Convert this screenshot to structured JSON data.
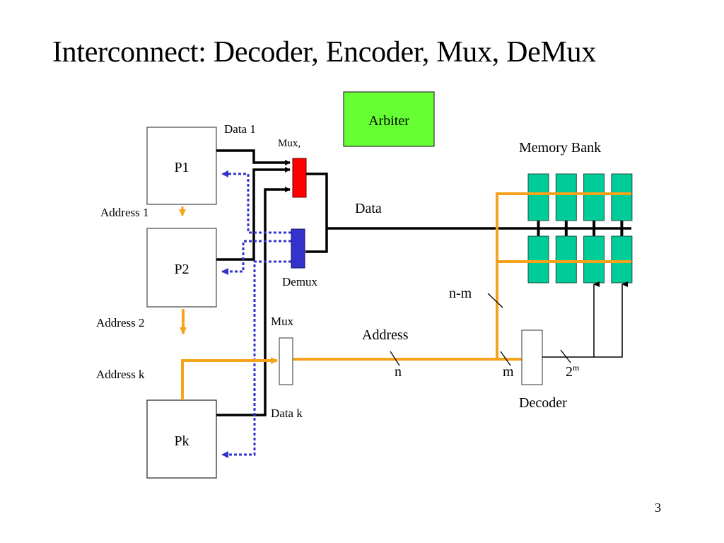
{
  "slide": {
    "title": "Interconnect: Decoder, Encoder, Mux, DeMux",
    "page_number": "3"
  },
  "colors": {
    "data_line": "#000000",
    "address_line": "#F7A21B",
    "dotted_return": "#3333CC",
    "mux_top": "#FF0000",
    "demux": "#3333CC",
    "arbiter": "#66FF33",
    "memory_cell": "#00CC99"
  },
  "processors": [
    {
      "id": "p1",
      "label": "P1"
    },
    {
      "id": "p2",
      "label": "P2"
    },
    {
      "id": "pk",
      "label": "Pk"
    }
  ],
  "labels": {
    "data1": "Data 1",
    "mux_top": "Mux,",
    "demux": "Demux",
    "address1": "Address 1",
    "address2": "Address 2",
    "addressk": "Address k",
    "mux_addr": "Mux",
    "datak": "Data k",
    "arbiter": "Arbiter",
    "memory_bank": "Memory Bank",
    "data_bus": "Data",
    "address_bus": "Address",
    "n": "n",
    "n_minus_m": "n-m",
    "m": "m",
    "two": "2",
    "two_exp": "m",
    "decoder": "Decoder"
  },
  "memory_bank": {
    "rows": 2,
    "cols": 4
  }
}
